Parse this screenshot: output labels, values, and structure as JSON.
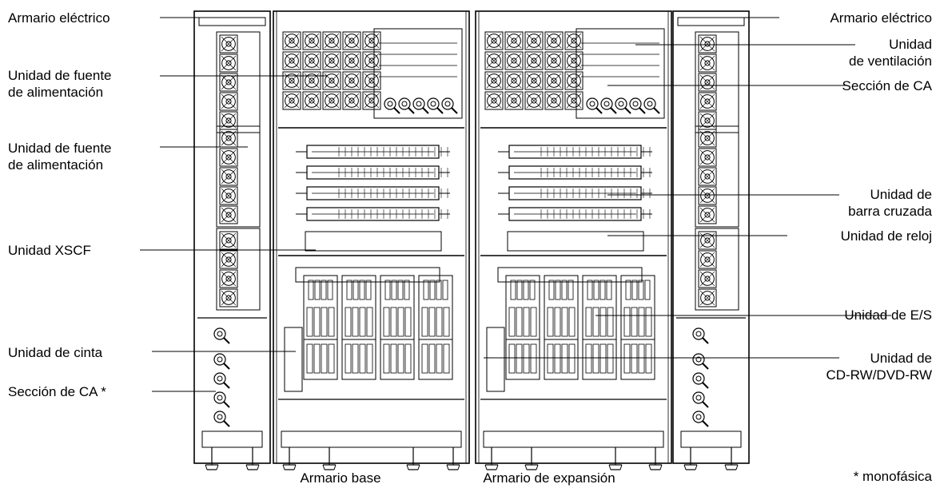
{
  "labels": {
    "left": [
      {
        "id": "armario-electrico-left",
        "text": "Armario eléctrico"
      },
      {
        "id": "psu-left-1",
        "text": "Unidad de fuente\nde alimentación"
      },
      {
        "id": "psu-left-2",
        "text": "Unidad de fuente\nde alimentación"
      },
      {
        "id": "xscf",
        "text": "Unidad XSCF"
      },
      {
        "id": "tape",
        "text": "Unidad de cinta"
      },
      {
        "id": "ac-section-left",
        "text": "Sección de CA *"
      }
    ],
    "right": [
      {
        "id": "armario-electrico-right",
        "text": "Armario eléctrico"
      },
      {
        "id": "fan",
        "text": "Unidad\nde ventilación"
      },
      {
        "id": "ac-section-right",
        "text": "Sección de CA"
      },
      {
        "id": "crossbar",
        "text": "Unidad de\nbarra cruzada"
      },
      {
        "id": "clock",
        "text": "Unidad de reloj"
      },
      {
        "id": "io",
        "text": "Unidad de E/S"
      },
      {
        "id": "cdrw",
        "text": "Unidad de\nCD-RW/DVD-RW"
      }
    ]
  },
  "captions": {
    "base": "Armario base",
    "expansion": "Armario de expansión"
  },
  "footnote": "* monofásica"
}
